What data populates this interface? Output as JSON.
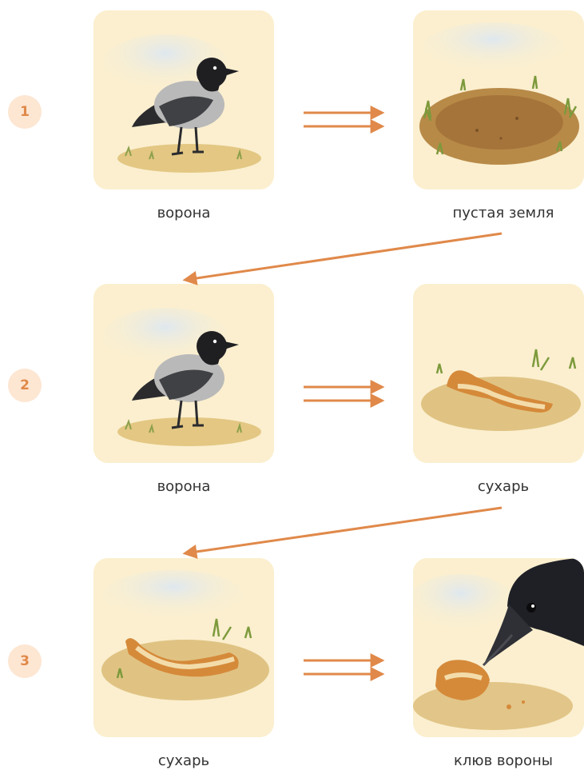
{
  "colors": {
    "accent": "#e0894a",
    "badge_bg": "#fde6d2",
    "card_bg": "#fbefcf"
  },
  "rows": [
    {
      "step": "1",
      "left": {
        "caption": "ворона",
        "image": "crow"
      },
      "right": {
        "caption": "пустая земля",
        "image": "empty-ground"
      }
    },
    {
      "step": "2",
      "left": {
        "caption": "ворона",
        "image": "crow"
      },
      "right": {
        "caption": "сухарь",
        "image": "rusk"
      }
    },
    {
      "step": "3",
      "left": {
        "caption": "сухарь",
        "image": "rusk"
      },
      "right": {
        "caption": "клюв вороны",
        "image": "crow-beak-eating-rusk"
      }
    }
  ]
}
